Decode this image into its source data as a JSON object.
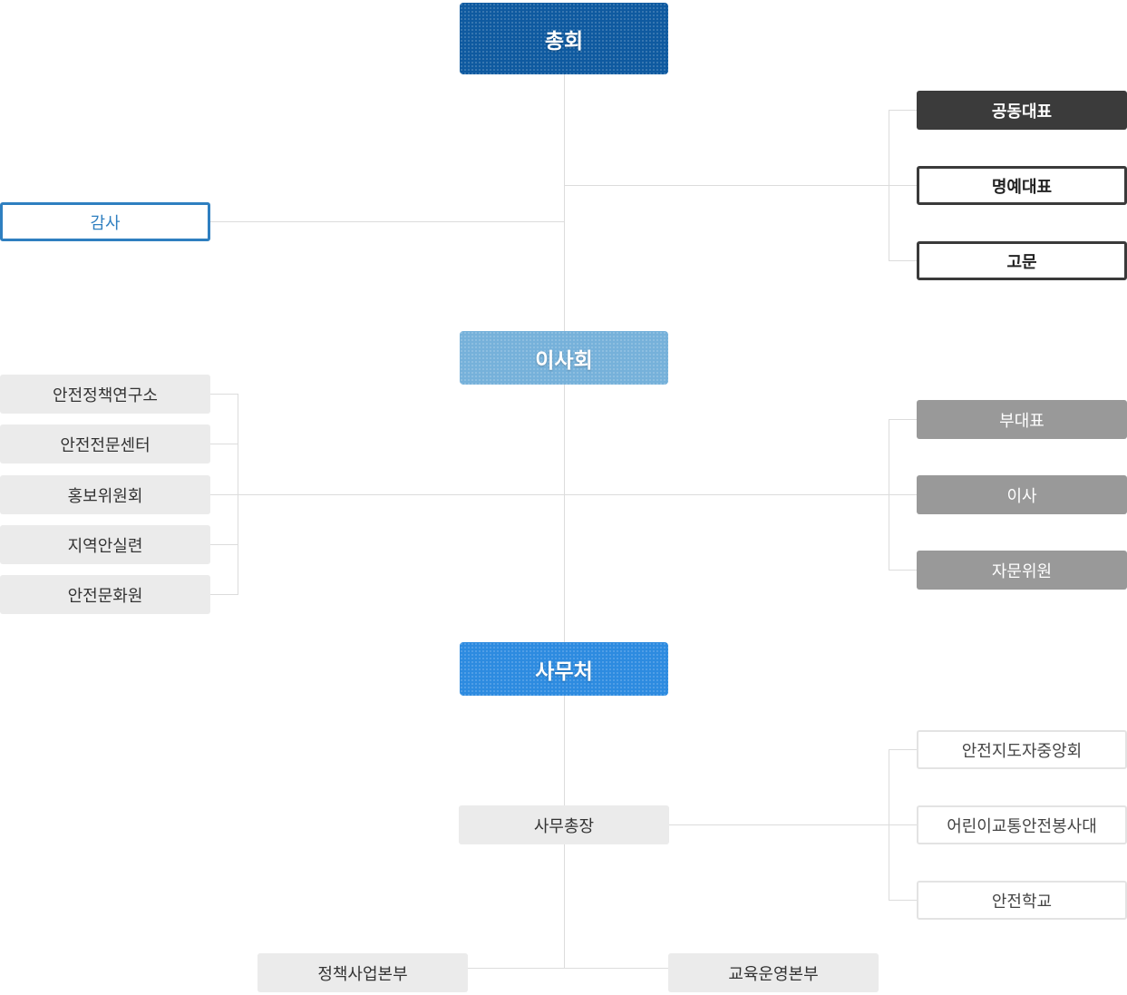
{
  "top": {
    "general_assembly": "총회",
    "board": "이사회",
    "secretariat": "사무처"
  },
  "general_assembly_branch": {
    "audit": "감사",
    "right": [
      "공동대표",
      "명예대표",
      "고문"
    ]
  },
  "board_branch": {
    "left": [
      "안전정책연구소",
      "안전전문센터",
      "홍보위원회",
      "지역안실련",
      "안전문화원"
    ],
    "right": [
      "부대표",
      "이사",
      "자문위원"
    ]
  },
  "secretariat_branch": {
    "secretary_general": "사무총장",
    "right": [
      "안전지도자중앙회",
      "어린이교통안전봉사대",
      "안전학교"
    ],
    "bottom": [
      "정책사업본부",
      "교육운영본부"
    ]
  },
  "colors": {
    "general_assembly": "#0f5aa0",
    "board": "#76b1da",
    "secretariat": "#2d8be0",
    "audit_border": "#2f7fc0",
    "co_representative": "#3b3b3b",
    "gray_right": "#999999",
    "gray_left": "#ebebeb",
    "connector": "#dcdcdc"
  }
}
